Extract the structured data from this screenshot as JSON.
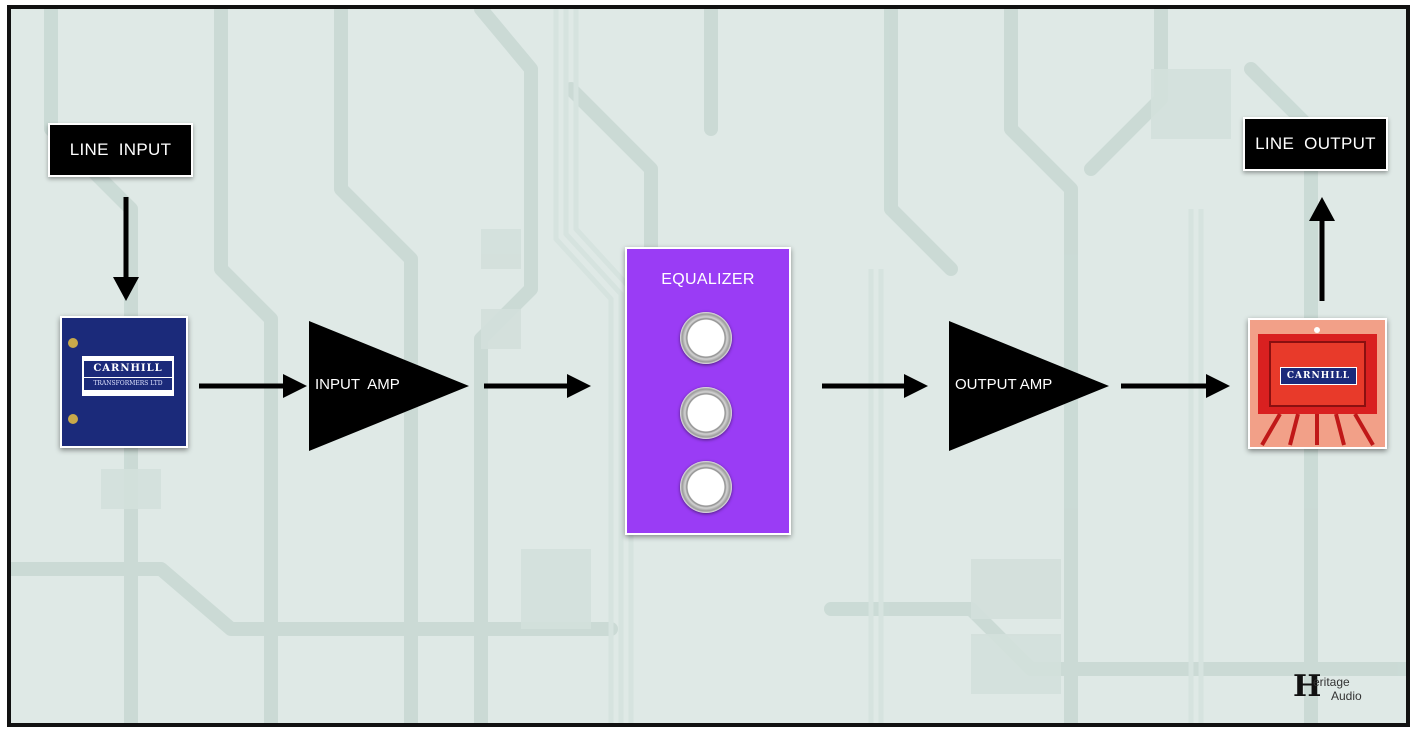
{
  "blocks": {
    "line_input": "LINE  INPUT",
    "line_output": "LINE  OUTPUT",
    "input_amp": "INPUT  AMP",
    "output_amp": "OUTPUT AMP",
    "equalizer": "EQUALIZER"
  },
  "input_transformer": {
    "brand": "CARNHILL",
    "subtitle": "TRANSFORMERS LTD"
  },
  "output_transformer": {
    "brand": "CARNHILL"
  },
  "logo": {
    "mark": "H",
    "line1": "eritage",
    "line2": "Audio"
  },
  "colors": {
    "background": "#dfe9e6",
    "equalizer": "#9a3cf5",
    "input_transformer": "#1b2a7a",
    "output_transformer": "#e23a2a",
    "block": "#000000"
  }
}
